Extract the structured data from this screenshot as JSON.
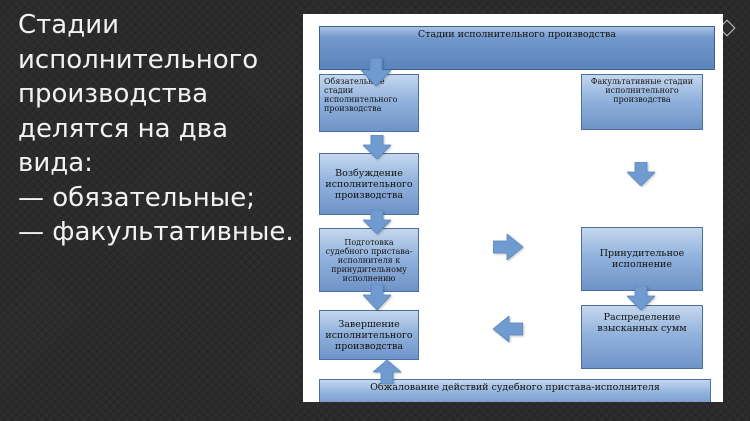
{
  "slide": {
    "lines": [
      "Стадии",
      "исполнительного",
      "производства",
      "делятся на два",
      "вида:",
      "— обязательные;",
      "— факультативные."
    ]
  },
  "diagram": {
    "header": "Стадии исполнительного производства",
    "mandatory_header": "Обязательные стадии исполнительного производства",
    "optional_header": "Факультативные стадии исполнительного производства",
    "initiation": "Возбуждение исполнительного производства",
    "preparation": "Подготовка судебного пристава-исполнителя к принудительному исполнению",
    "enforcement": "Принудительное исполнение",
    "completion": "Завершение исполнительного производства",
    "distribution": "Распределение взысканных сумм",
    "appeal": "Обжалование действий судебного пристава-исполнителя"
  },
  "colors": {
    "background": "#2b2b2b",
    "text": "#f2f2f2",
    "box_top": "#c5d7ee",
    "box_bottom": "#6f93c8",
    "header_fill": "#6d92c5",
    "arrow": "#6f9bd1"
  }
}
